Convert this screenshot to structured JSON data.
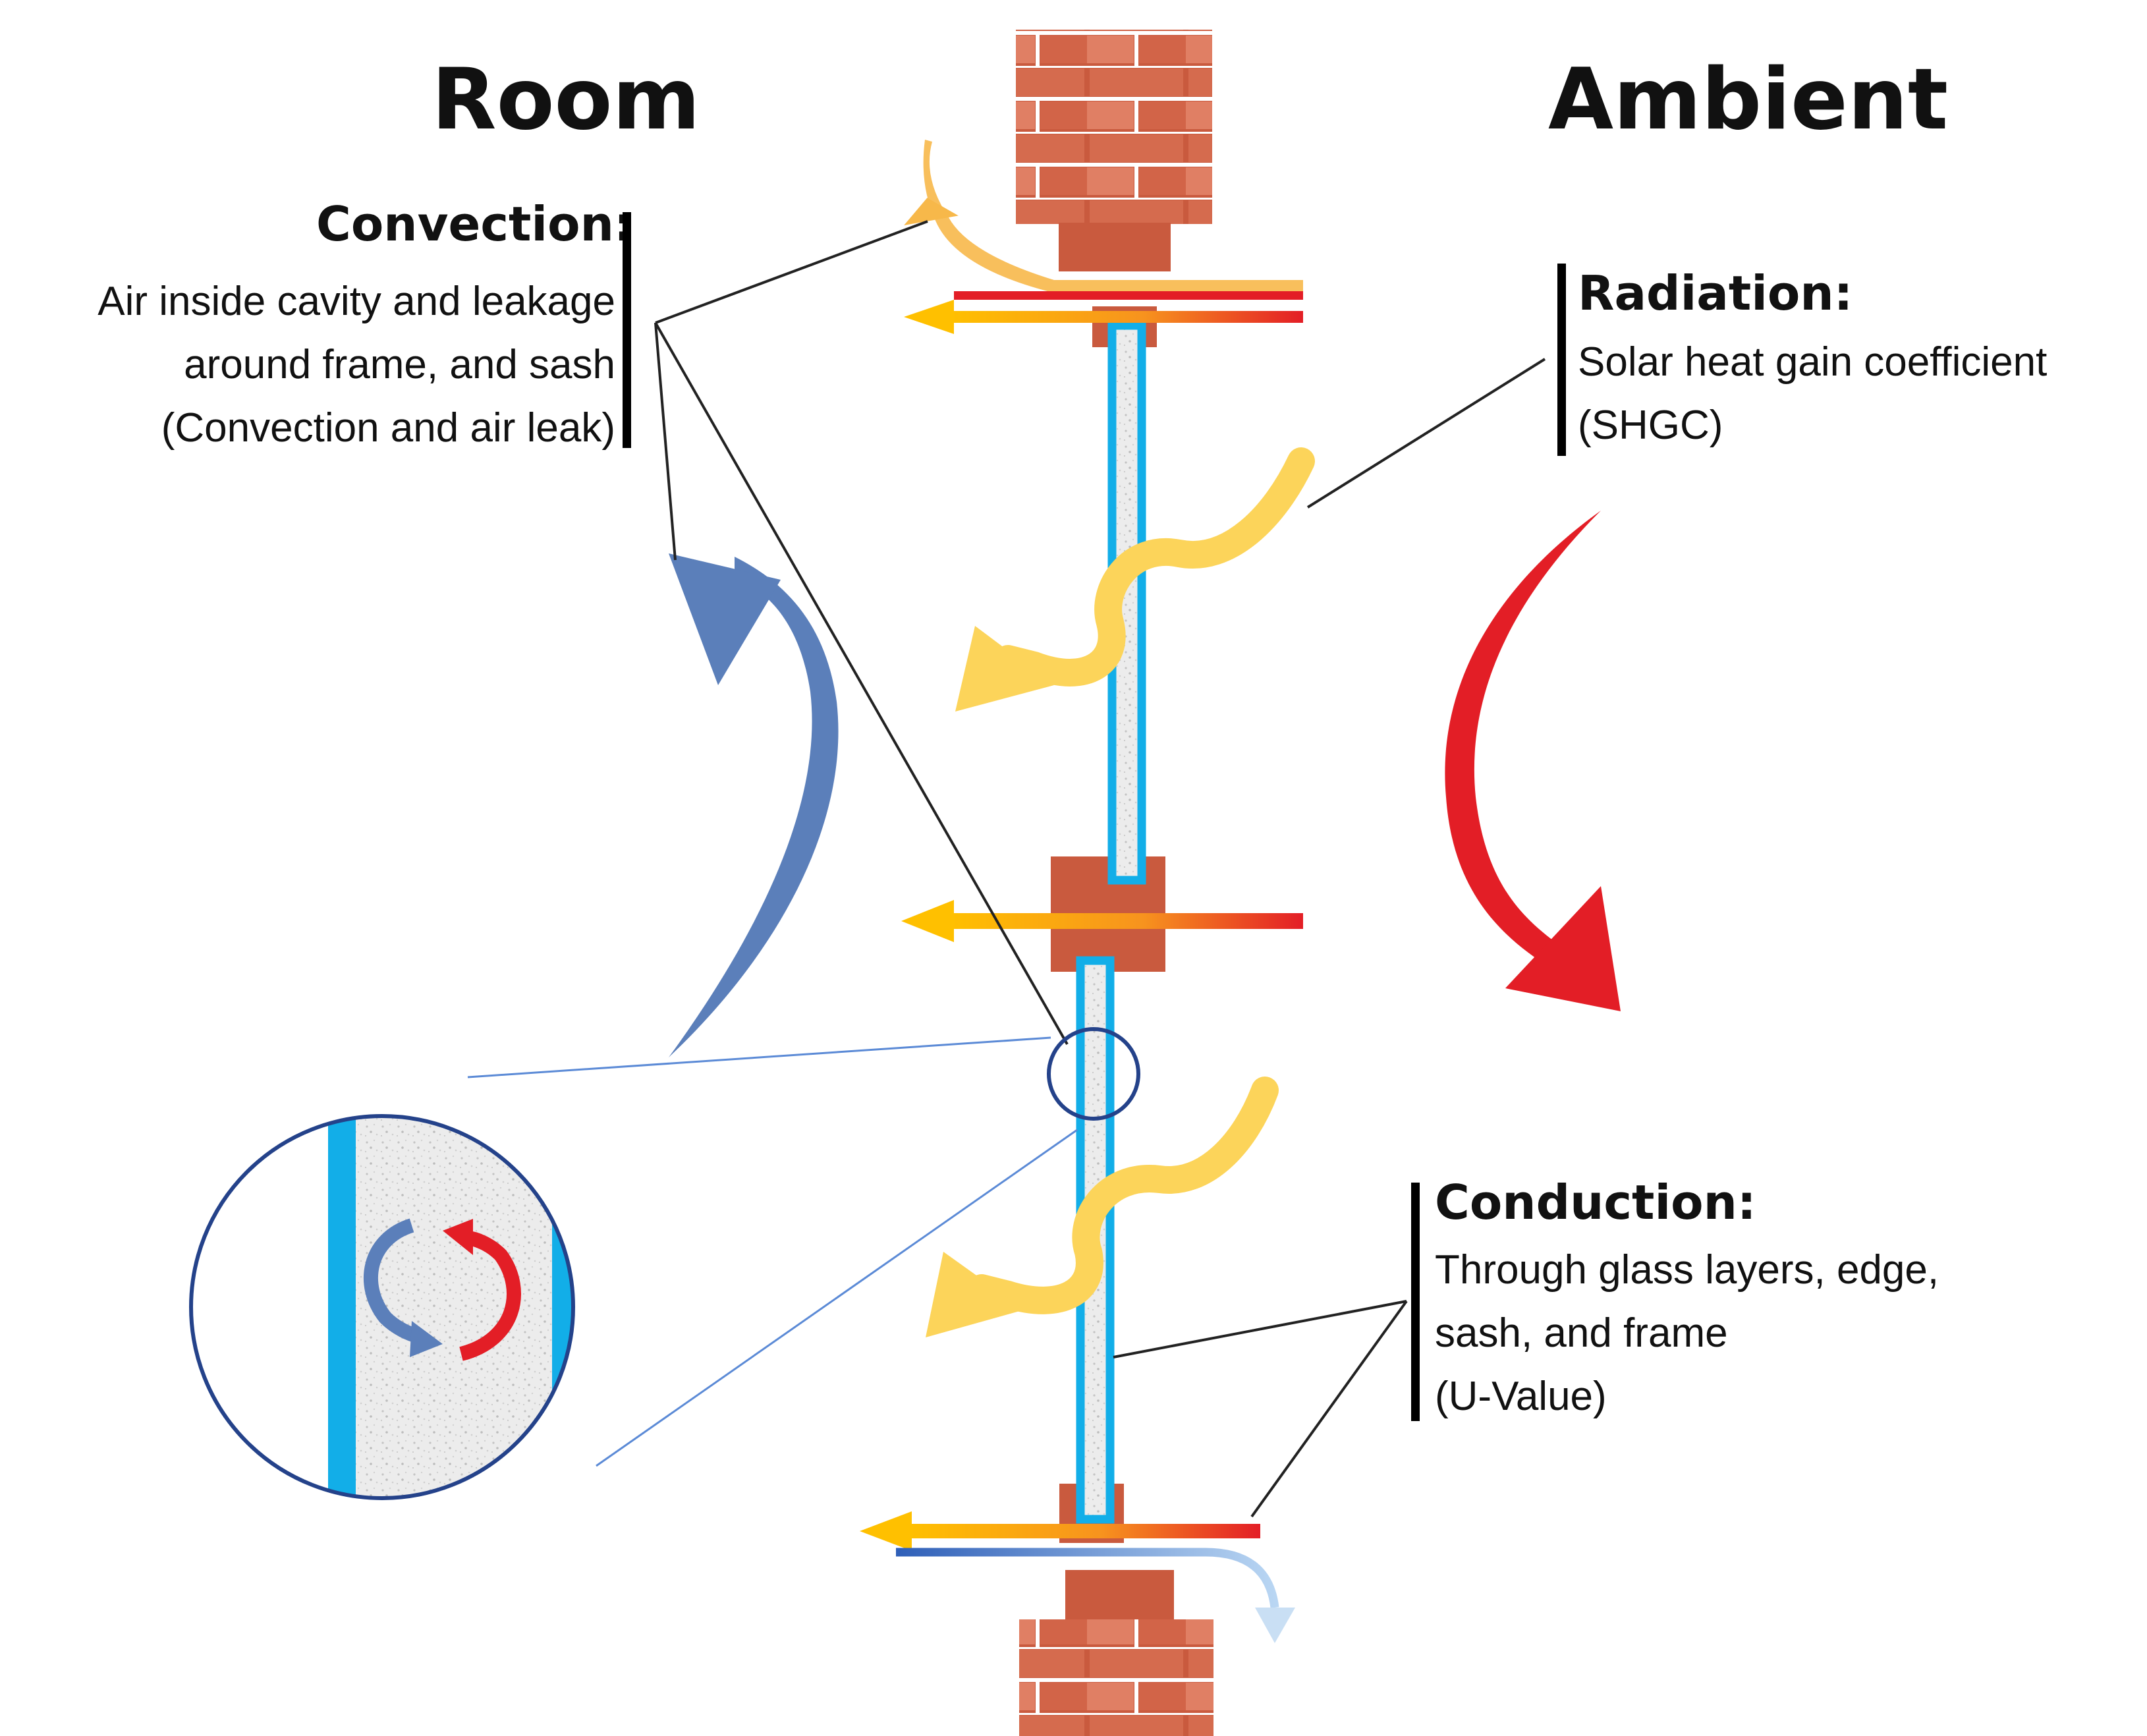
{
  "headings": {
    "room": "Room",
    "ambient": "Ambient"
  },
  "convection": {
    "title": "Convection:",
    "lines": [
      "Air inside cavity and leakage",
      "around frame, and sash",
      "(Convection and air leak)"
    ]
  },
  "radiation": {
    "title": "Radiation:",
    "lines": [
      "Solar heat gain coefficient",
      "(SHGC)"
    ]
  },
  "conduction": {
    "title": "Conduction:",
    "lines": [
      "Through glass layers, edge,",
      "sash, and frame",
      "(U-Value)"
    ]
  },
  "colors": {
    "brick": "#c95a3e",
    "brick_light": "#e07f64",
    "glass_edge": "#12aee8",
    "cool_blue": "#5b7fba",
    "warm_red": "#e31e26",
    "sun_yellow": "#fcd45a",
    "heat_orange": "#f7a600"
  },
  "icons": [
    "brick-wall-icon",
    "heat-flow-arrow-icon",
    "solar-wave-icon",
    "magnifier-circle-icon"
  ]
}
